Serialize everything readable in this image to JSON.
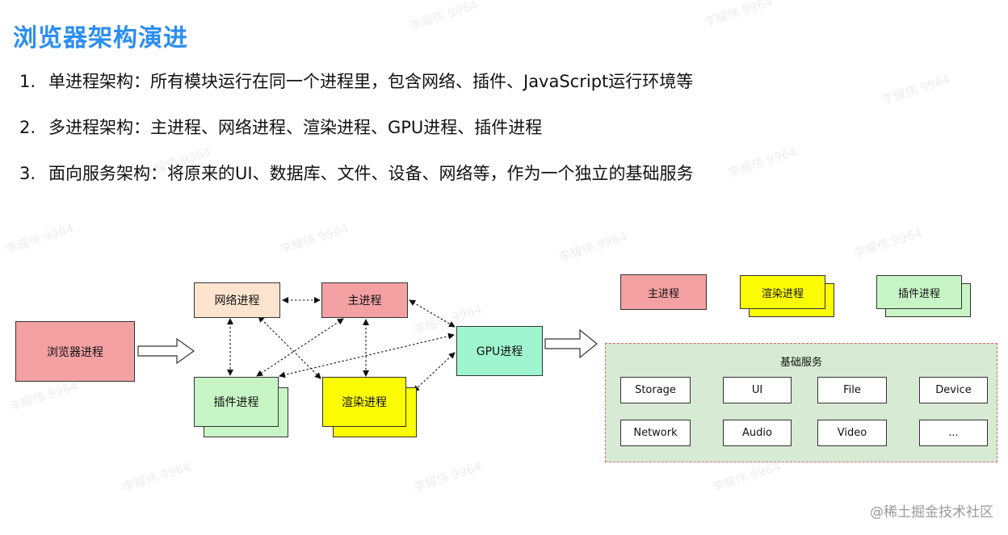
{
  "title": "浏览器架构演进",
  "bullets": [
    {
      "num": "1.",
      "text": "单进程架构：所有模块运行在同一个进程里，包含网络、插件、JavaScript运行环境等"
    },
    {
      "num": "2.",
      "text": "多进程架构：主进程、网络进程、渲染进程、GPU进程、插件进程"
    },
    {
      "num": "3.",
      "text": "面向服务架构：将原来的UI、数据库、文件、设备、网络等，作为一个独立的基础服务"
    }
  ],
  "diagram": {
    "browser_process": "浏览器进程",
    "network_process": "网络进程",
    "main_process": "主进程",
    "gpu_process": "GPU进程",
    "plugin_process": "插件进程",
    "render_process": "渲染进程",
    "soa": {
      "main_process": "主进程",
      "render_process": "渲染进程",
      "plugin_process": "插件进程",
      "base_services_title": "基础服务",
      "services": [
        "Storage",
        "UI",
        "File",
        "Device",
        "Network",
        "Audio",
        "Video",
        "..."
      ]
    }
  },
  "watermark": "李耀伟 9964",
  "footer": "@稀土掘金技术社区",
  "colors": {
    "title": "#2b8ef0",
    "pink": "#f4a1a4",
    "peach": "#fde4cf",
    "green": "#c8f5c5",
    "yellow": "#fbfb03",
    "mint": "#9ff5cf",
    "service_bg": "#d7ead3"
  }
}
